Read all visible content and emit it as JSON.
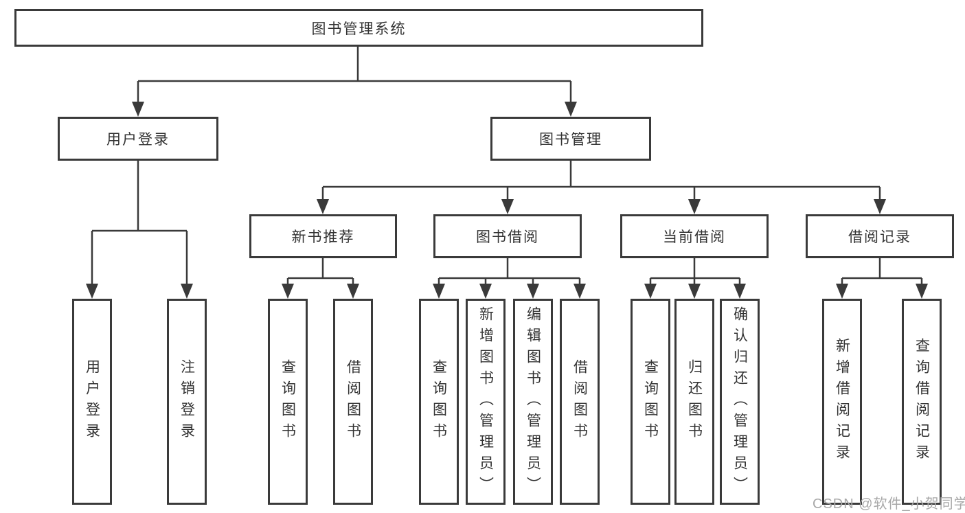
{
  "tree": {
    "label": "图书管理系统",
    "children": [
      {
        "label": "用户登录",
        "children": [
          {
            "label": "用户登录"
          },
          {
            "label": "注销登录"
          }
        ]
      },
      {
        "label": "图书管理",
        "children": [
          {
            "label": "新书推荐",
            "children": [
              {
                "label": "查询图书"
              },
              {
                "label": "借阅图书"
              }
            ]
          },
          {
            "label": "图书借阅",
            "children": [
              {
                "label": "查询图书"
              },
              {
                "label": "新增图书（管理员）"
              },
              {
                "label": "编辑图书（管理员）"
              },
              {
                "label": "借阅图书"
              }
            ]
          },
          {
            "label": "当前借阅",
            "children": [
              {
                "label": "查询图书"
              },
              {
                "label": "归还图书"
              },
              {
                "label": "确认归还（管理员）"
              }
            ]
          },
          {
            "label": "借阅记录",
            "children": [
              {
                "label": "新增借阅记录"
              },
              {
                "label": "查询借阅记录"
              }
            ]
          }
        ]
      }
    ]
  },
  "watermark": "CSDN @软件_小贺同学",
  "colors": {
    "line": "#3a3a3a",
    "box_background": "#ffffff",
    "text": "#333333",
    "watermark": "#a8a8a8"
  }
}
